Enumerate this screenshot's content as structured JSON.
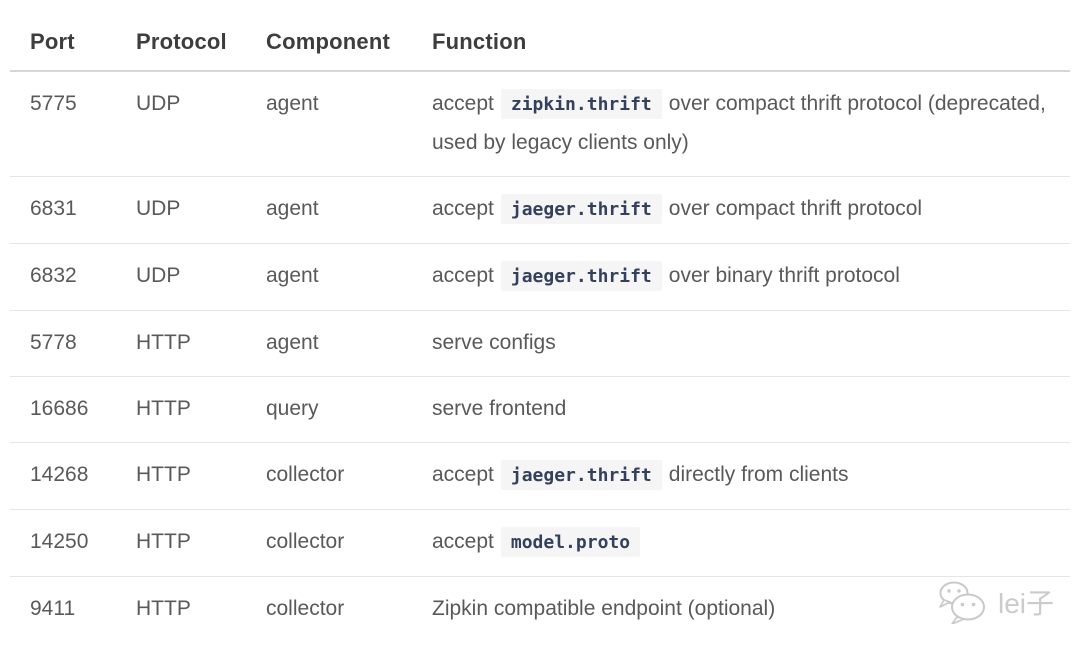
{
  "table": {
    "columns": [
      {
        "key": "port",
        "label": "Port"
      },
      {
        "key": "protocol",
        "label": "Protocol"
      },
      {
        "key": "component",
        "label": "Component"
      },
      {
        "key": "function",
        "label": "Function"
      }
    ],
    "rows": [
      {
        "port": "5775",
        "protocol": "UDP",
        "component": "agent",
        "function": [
          {
            "type": "text",
            "value": "accept"
          },
          {
            "type": "code",
            "value": "zipkin.thrift"
          },
          {
            "type": "text",
            "value": "over compact thrift protocol (deprecated, used by legacy clients only)"
          }
        ]
      },
      {
        "port": "6831",
        "protocol": "UDP",
        "component": "agent",
        "function": [
          {
            "type": "text",
            "value": "accept"
          },
          {
            "type": "code",
            "value": "jaeger.thrift"
          },
          {
            "type": "text",
            "value": "over compact thrift protocol"
          }
        ]
      },
      {
        "port": "6832",
        "protocol": "UDP",
        "component": "agent",
        "function": [
          {
            "type": "text",
            "value": "accept"
          },
          {
            "type": "code",
            "value": "jaeger.thrift"
          },
          {
            "type": "text",
            "value": "over binary thrift protocol"
          }
        ]
      },
      {
        "port": "5778",
        "protocol": "HTTP",
        "component": "agent",
        "function": [
          {
            "type": "text",
            "value": "serve configs"
          }
        ]
      },
      {
        "port": "16686",
        "protocol": "HTTP",
        "component": "query",
        "function": [
          {
            "type": "text",
            "value": "serve frontend"
          }
        ]
      },
      {
        "port": "14268",
        "protocol": "HTTP",
        "component": "collector",
        "function": [
          {
            "type": "text",
            "value": "accept"
          },
          {
            "type": "code",
            "value": "jaeger.thrift"
          },
          {
            "type": "text",
            "value": "directly from clients"
          }
        ]
      },
      {
        "port": "14250",
        "protocol": "HTTP",
        "component": "collector",
        "function": [
          {
            "type": "text",
            "value": "accept"
          },
          {
            "type": "code",
            "value": "model.proto"
          }
        ]
      },
      {
        "port": "9411",
        "protocol": "HTTP",
        "component": "collector",
        "function": [
          {
            "type": "text",
            "value": "Zipkin compatible endpoint (optional)"
          }
        ]
      }
    ]
  },
  "watermark": {
    "icon": "wechat-icon",
    "label": "lei子"
  },
  "colors": {
    "header_text": "#3d3d3d",
    "body_text": "#595959",
    "code_text": "#33415c",
    "code_background": "#f5f5f6",
    "header_rule": "#d6d6d6",
    "row_rule": "#e5e5e5",
    "watermark": "#cbcbcb"
  }
}
